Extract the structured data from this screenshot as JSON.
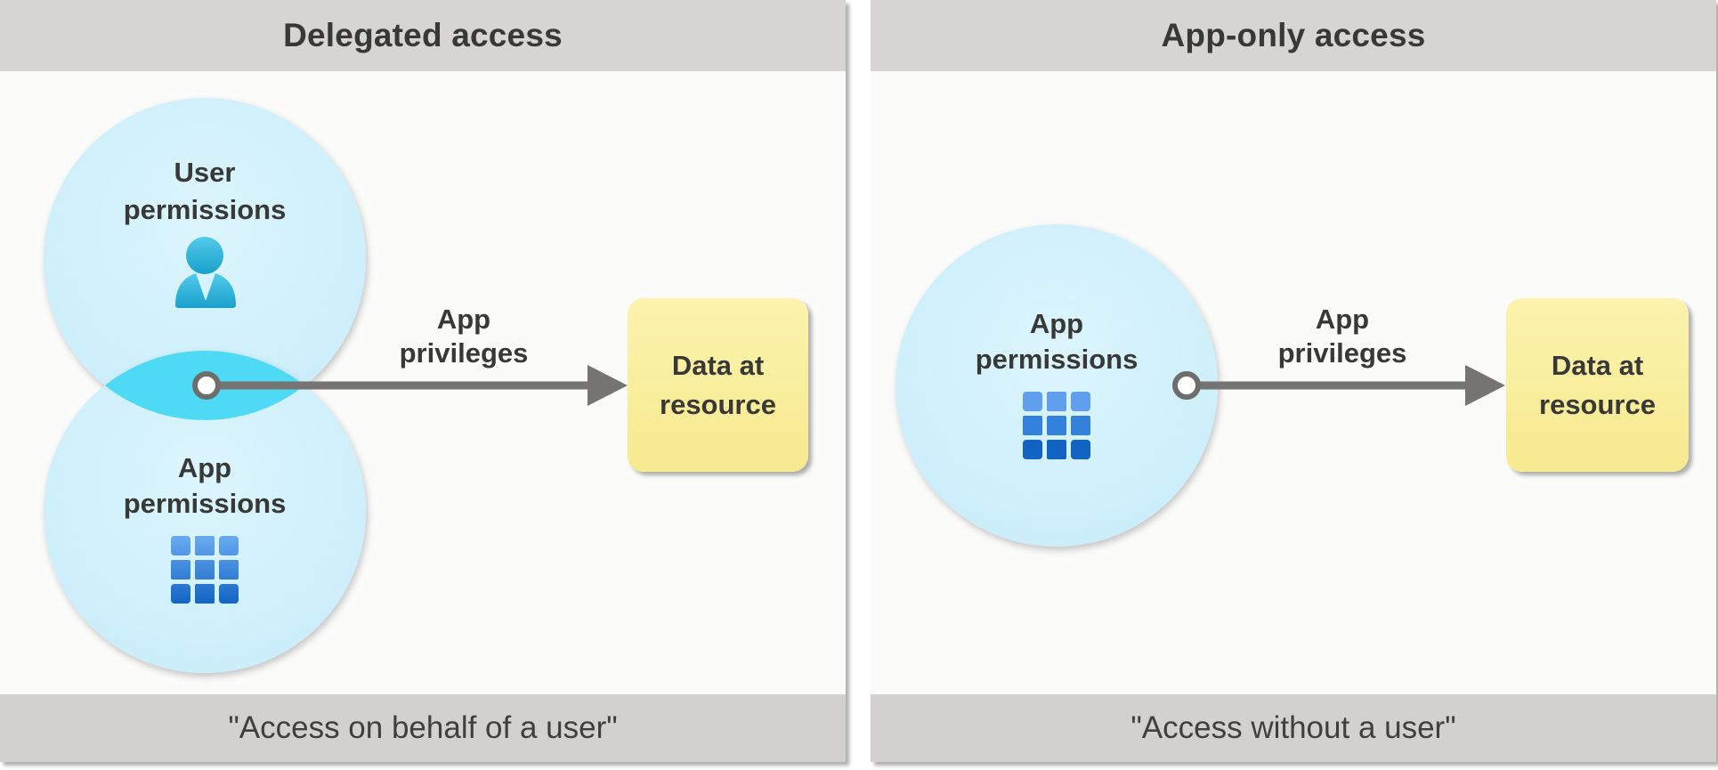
{
  "panels": [
    {
      "id": "delegated-access",
      "title": "Delegated access",
      "caption": "\"Access on behalf of a user\"",
      "user_circle_label": "User\npermissions",
      "app_circle_label": "App\npermissions",
      "arrow_label": "App\nprivileges",
      "resource_label": "Data at\nresource"
    },
    {
      "id": "app-only-access",
      "title": "App-only access",
      "caption": "\"Access without a user\"",
      "app_circle_label": "App\npermissions",
      "arrow_label": "App\nprivileges",
      "resource_label": "Data at\nresource"
    }
  ],
  "icons": {
    "user_icon": "person silhouette",
    "app_grid_icon": "3x3 grid of squares",
    "arrow_icon": "right arrow with start dot"
  },
  "colors": {
    "header_footer_gray": "#d5d4d1",
    "panel_background": "#fbfbfa",
    "circle_fill": "#cdeefb",
    "overlap_lens_cyan": "#4ed9f4",
    "person_icon_top": "#52cbea",
    "person_icon_bottom": "#19a0cc",
    "grid_icon_top": "#6aabf1",
    "grid_icon_bottom": "#1264c4",
    "arrow_gray": "#767472",
    "resource_box_yellow": "#f9ee9e",
    "text_dark": "#383836"
  }
}
